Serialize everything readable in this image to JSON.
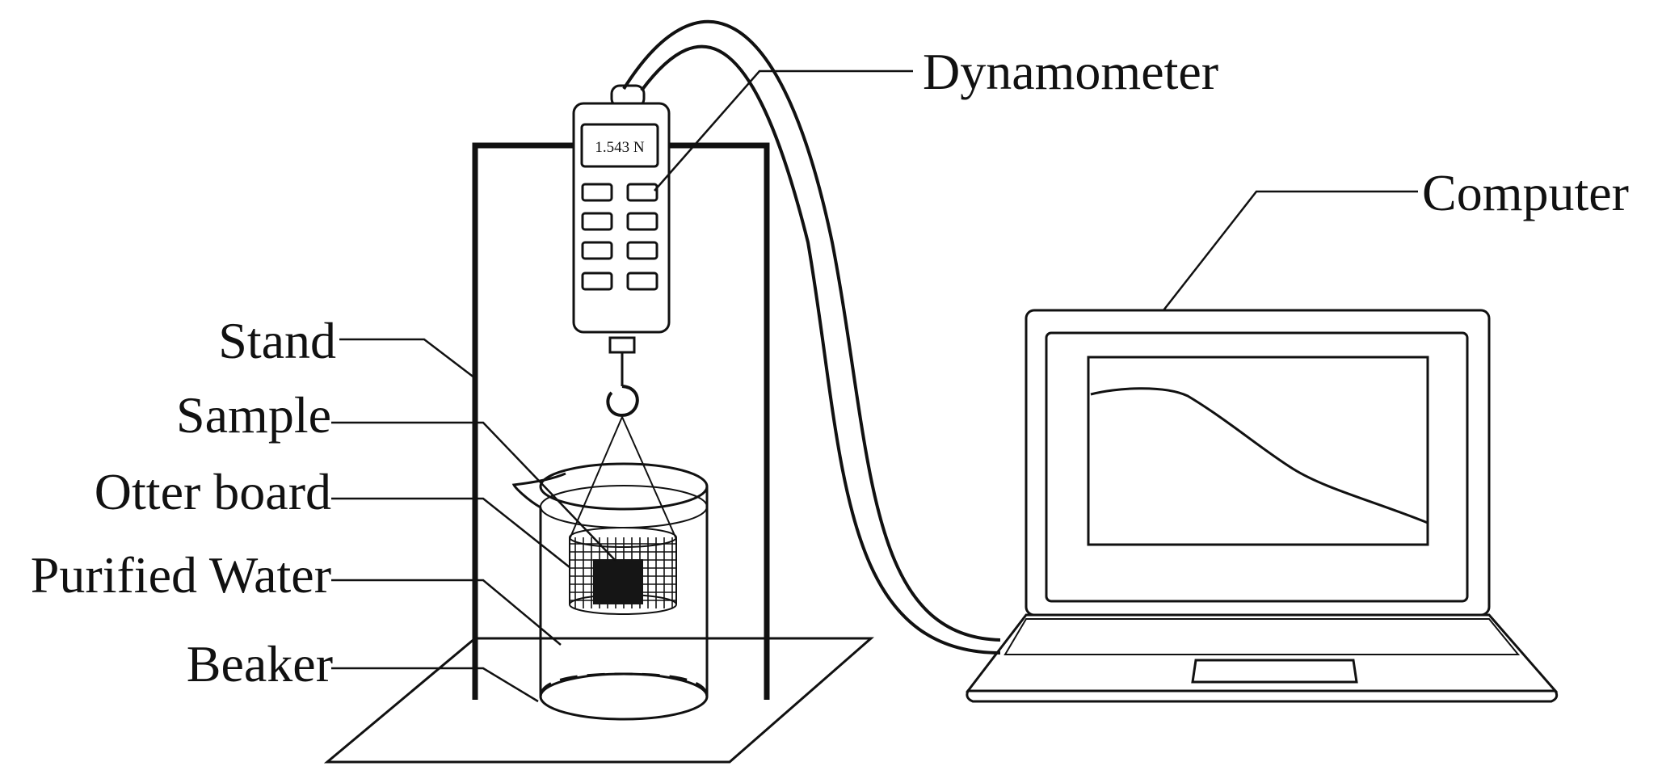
{
  "labels": {
    "dynamometer": "Dynamometer",
    "computer": "Computer",
    "stand": "Stand",
    "sample": "Sample",
    "otter_board": "Otter board",
    "purified_water": "Purified Water",
    "beaker": "Beaker"
  },
  "dynamometer_display": "1.543 N",
  "colors": {
    "ink": "#111111",
    "background": "#ffffff"
  }
}
